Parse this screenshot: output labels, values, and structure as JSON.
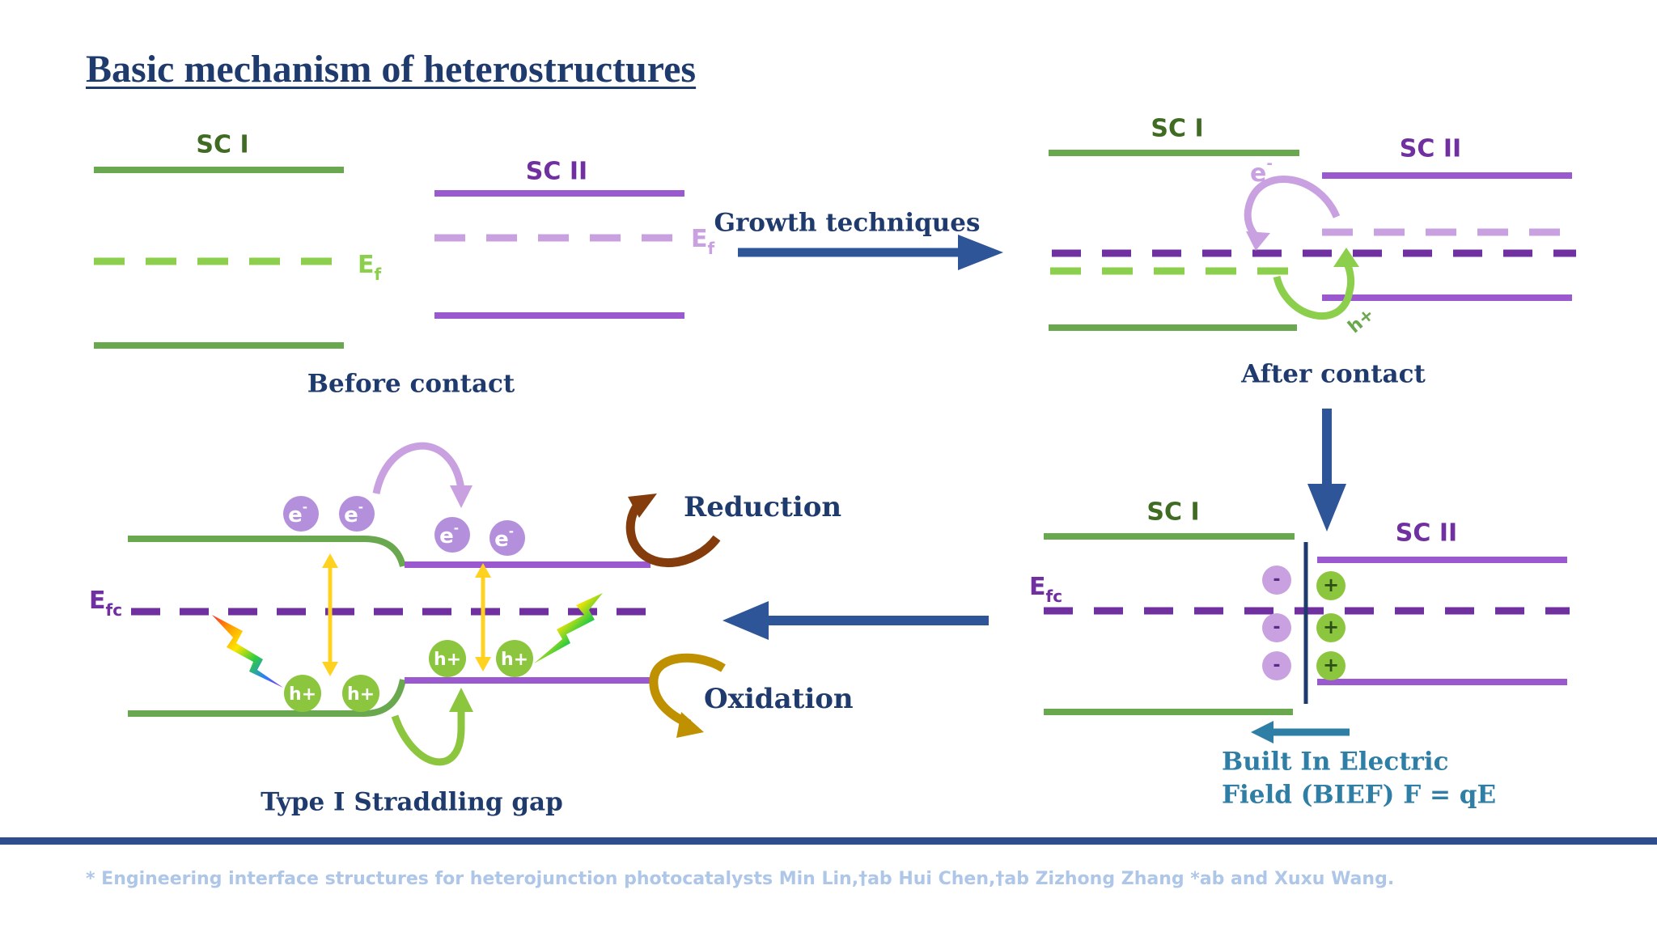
{
  "title": "Basic mechanism of heterostructures",
  "panels": {
    "before_contact": {
      "caption": "Before contact",
      "sc1_label": "SC I",
      "sc2_label": "SC II",
      "fermi_level": "E",
      "fermi_sub": "f"
    },
    "growth": {
      "label": "Growth techniques"
    },
    "after_contact": {
      "caption": "After contact",
      "sc1_label": "SC I",
      "sc2_label": "SC II",
      "electron": "e",
      "electron_sup": "-",
      "hole": "h+"
    },
    "bief": {
      "sc1_label": "SC I",
      "sc2_label": "SC II",
      "fermi_level": "E",
      "fermi_sub": "fc",
      "minus": "-",
      "plus": "+",
      "caption_line1": "Built In Electric",
      "caption_line2": "Field (BIEF) F = qE"
    },
    "type1": {
      "caption": "Type I Straddling gap",
      "fermi_level": "E",
      "fermi_sub": "fc",
      "electron": "e",
      "electron_sup": "-",
      "hole": "h+",
      "reduction": "Reduction",
      "oxidation": "Oxidation"
    }
  },
  "footer": "* Engineering interface structures for heterojunction photocatalysts Min Lin,†ab Hui Chen,†ab Zizhong Zhang *ab and Xuxu Wang.",
  "colors": {
    "title": "#1f3b6e",
    "sc1_green": "#6aa84f",
    "sc1_fermi": "#8ccf4d",
    "sc2_purple": "#9b59d0",
    "sc2_fermi_light": "#c9a0e0",
    "fermi_dark": "#7030a0",
    "arrow_blue": "#2e5597",
    "bief_teal": "#2e7ea6",
    "electron_bubble": "#b48fdc",
    "hole_bubble": "#8cc63f",
    "yellow": "#ffd21f",
    "reduction_brown": "#843c0c",
    "oxidation_gold": "#bf9000",
    "footer": "#aec6e8",
    "rule": "#2e4d8f"
  }
}
